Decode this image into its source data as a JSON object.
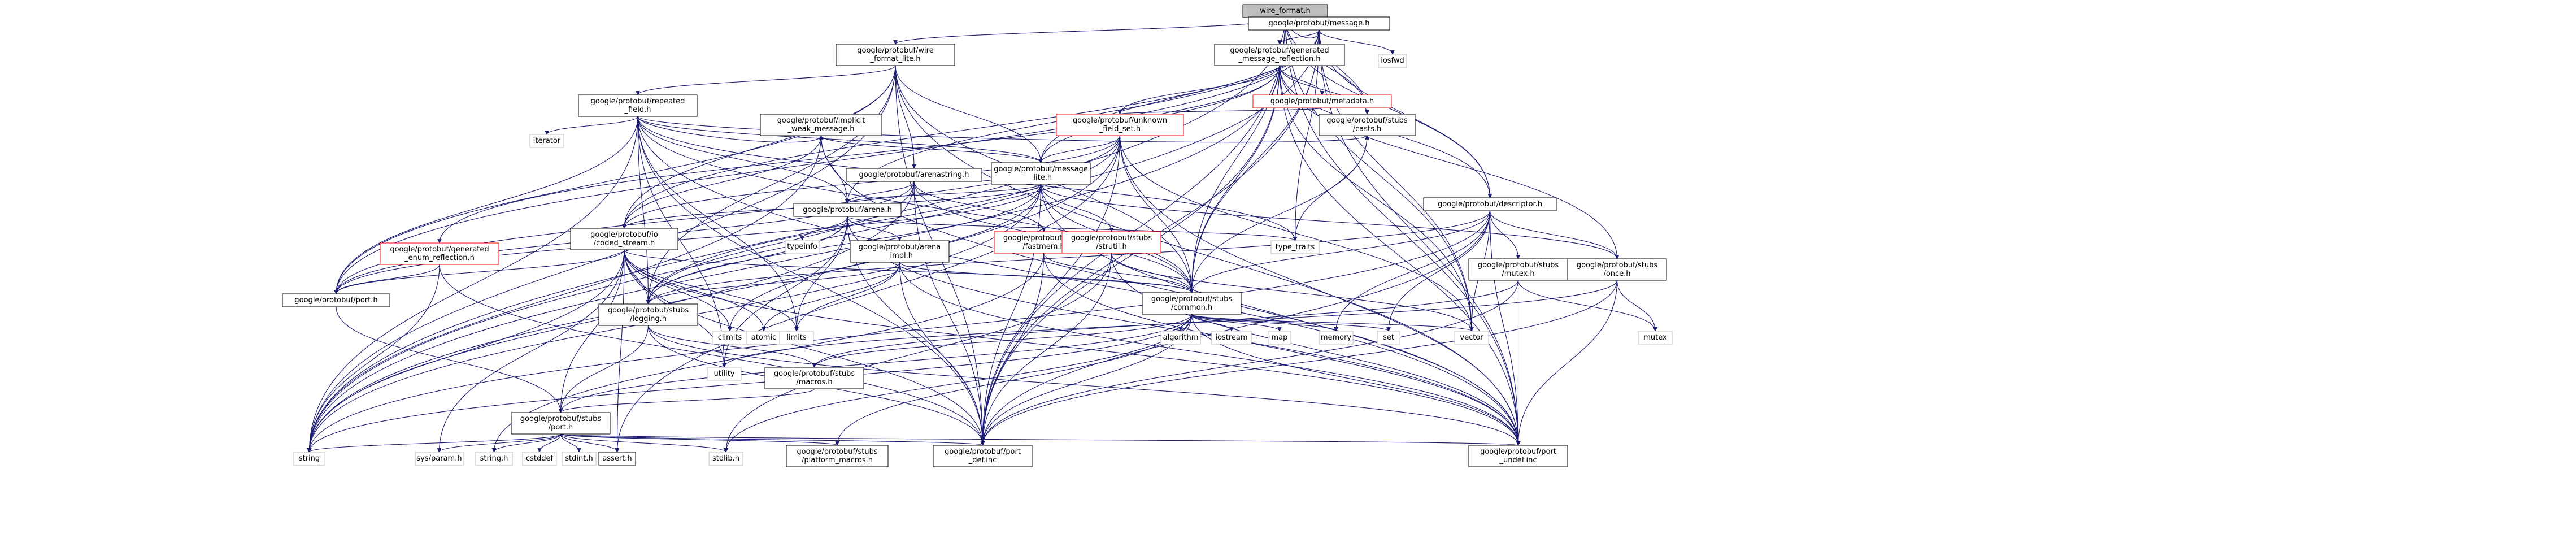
{
  "graph": {
    "colors": {
      "edge": "#191970",
      "node_border": "#000000",
      "missing_border": "#bfbfbf",
      "link_border": "#ff0000",
      "root_fill": "#bfbfbf",
      "node_fill": "#ffffff",
      "text": "#000000"
    },
    "nodes": [
      {
        "id": "wire_format",
        "lines": [
          "wire_format.h"
        ],
        "kind": "root"
      },
      {
        "id": "message",
        "lines": [
          "google/protobuf/message.h"
        ],
        "kind": "node"
      },
      {
        "id": "wire_lite",
        "lines": [
          "google/protobuf/wire",
          "_format_lite.h"
        ],
        "kind": "node"
      },
      {
        "id": "gen_msg_refl",
        "lines": [
          "google/protobuf/generated",
          "_message_reflection.h"
        ],
        "kind": "node"
      },
      {
        "id": "iosfwd",
        "lines": [
          "iosfwd"
        ],
        "kind": "missing"
      },
      {
        "id": "repeated_field",
        "lines": [
          "google/protobuf/repeated",
          "_field.h"
        ],
        "kind": "node"
      },
      {
        "id": "metadata",
        "lines": [
          "google/protobuf/metadata.h"
        ],
        "kind": "link"
      },
      {
        "id": "unknown_field_set",
        "lines": [
          "google/protobuf/unknown",
          "_field_set.h"
        ],
        "kind": "link"
      },
      {
        "id": "stubs_casts",
        "lines": [
          "google/protobuf/stubs",
          "/casts.h"
        ],
        "kind": "node"
      },
      {
        "id": "implicit_weak",
        "lines": [
          "google/protobuf/implicit",
          "_weak_message.h"
        ],
        "kind": "node"
      },
      {
        "id": "iterator",
        "lines": [
          "iterator"
        ],
        "kind": "missing"
      },
      {
        "id": "arenastring",
        "lines": [
          "google/protobuf/arenastring.h"
        ],
        "kind": "node"
      },
      {
        "id": "message_lite",
        "lines": [
          "google/protobuf/message",
          "_lite.h"
        ],
        "kind": "node"
      },
      {
        "id": "arena",
        "lines": [
          "google/protobuf/arena.h"
        ],
        "kind": "node"
      },
      {
        "id": "descriptor",
        "lines": [
          "google/protobuf/descriptor.h"
        ],
        "kind": "node"
      },
      {
        "id": "gen_enum_refl",
        "lines": [
          "google/protobuf/generated",
          "_enum_reflection.h"
        ],
        "kind": "link"
      },
      {
        "id": "coded_stream",
        "lines": [
          "google/protobuf/io",
          "/coded_stream.h"
        ],
        "kind": "node"
      },
      {
        "id": "fastmem",
        "lines": [
          "google/protobuf/stubs",
          "/fastmem.h"
        ],
        "kind": "link"
      },
      {
        "id": "strutil",
        "lines": [
          "google/protobuf/stubs",
          "/strutil.h"
        ],
        "kind": "link"
      },
      {
        "id": "arena_impl",
        "lines": [
          "google/protobuf/arena",
          "_impl.h"
        ],
        "kind": "node"
      },
      {
        "id": "typeinfo",
        "lines": [
          "typeinfo"
        ],
        "kind": "missing"
      },
      {
        "id": "type_traits",
        "lines": [
          "type_traits"
        ],
        "kind": "missing"
      },
      {
        "id": "stubs_mutex",
        "lines": [
          "google/protobuf/stubs",
          "/mutex.h"
        ],
        "kind": "node"
      },
      {
        "id": "stubs_once",
        "lines": [
          "google/protobuf/stubs",
          "/once.h"
        ],
        "kind": "node"
      },
      {
        "id": "port_h",
        "lines": [
          "google/protobuf/port.h"
        ],
        "kind": "node"
      },
      {
        "id": "stubs_logging",
        "lines": [
          "google/protobuf/stubs",
          "/logging.h"
        ],
        "kind": "node"
      },
      {
        "id": "stubs_common",
        "lines": [
          "google/protobuf/stubs",
          "/common.h"
        ],
        "kind": "node"
      },
      {
        "id": "climits",
        "lines": [
          "climits"
        ],
        "kind": "missing"
      },
      {
        "id": "atomic",
        "lines": [
          "atomic"
        ],
        "kind": "missing"
      },
      {
        "id": "limits",
        "lines": [
          "limits"
        ],
        "kind": "missing"
      },
      {
        "id": "utility",
        "lines": [
          "utility"
        ],
        "kind": "missing"
      },
      {
        "id": "stubs_macros",
        "lines": [
          "google/protobuf/stubs",
          "/macros.h"
        ],
        "kind": "node"
      },
      {
        "id": "stubs_port",
        "lines": [
          "google/protobuf/stubs",
          "/port.h"
        ],
        "kind": "node"
      },
      {
        "id": "algorithm",
        "lines": [
          "algorithm"
        ],
        "kind": "missing"
      },
      {
        "id": "iostream",
        "lines": [
          "iostream"
        ],
        "kind": "missing"
      },
      {
        "id": "map",
        "lines": [
          "map"
        ],
        "kind": "missing"
      },
      {
        "id": "memory",
        "lines": [
          "memory"
        ],
        "kind": "missing"
      },
      {
        "id": "set",
        "lines": [
          "set"
        ],
        "kind": "missing"
      },
      {
        "id": "vector",
        "lines": [
          "vector"
        ],
        "kind": "missing"
      },
      {
        "id": "mutex",
        "lines": [
          "mutex"
        ],
        "kind": "missing"
      },
      {
        "id": "string",
        "lines": [
          "string"
        ],
        "kind": "missing"
      },
      {
        "id": "sys_param",
        "lines": [
          "sys/param.h"
        ],
        "kind": "missing"
      },
      {
        "id": "string_h",
        "lines": [
          "string.h"
        ],
        "kind": "missing"
      },
      {
        "id": "cstddef",
        "lines": [
          "cstddef"
        ],
        "kind": "missing"
      },
      {
        "id": "stdint",
        "lines": [
          "stdint.h"
        ],
        "kind": "missing"
      },
      {
        "id": "assert_h",
        "lines": [
          "assert.h"
        ],
        "kind": "node"
      },
      {
        "id": "stdlib",
        "lines": [
          "stdlib.h"
        ],
        "kind": "missing"
      },
      {
        "id": "platform_macros",
        "lines": [
          "google/protobuf/stubs",
          "/platform_macros.h"
        ],
        "kind": "node"
      },
      {
        "id": "port_def",
        "lines": [
          "google/protobuf/port",
          "_def.inc"
        ],
        "kind": "node"
      },
      {
        "id": "port_undef",
        "lines": [
          "google/protobuf/port",
          "_undef.inc"
        ],
        "kind": "node"
      }
    ],
    "edges": [
      [
        "wire_format",
        "message"
      ],
      [
        "wire_format",
        "wire_lite"
      ],
      [
        "wire_format",
        "stubs_casts"
      ],
      [
        "wire_format",
        "descriptor"
      ],
      [
        "wire_format",
        "stubs_common"
      ],
      [
        "wire_format",
        "port_undef"
      ],
      [
        "wire_format",
        "string"
      ],
      [
        "wire_format",
        "port_def"
      ],
      [
        "wire_format",
        "vector"
      ],
      [
        "message",
        "gen_msg_refl"
      ],
      [
        "message",
        "iosfwd"
      ],
      [
        "message",
        "stubs_casts"
      ],
      [
        "message",
        "descriptor"
      ],
      [
        "message",
        "arena"
      ],
      [
        "message",
        "message_lite"
      ],
      [
        "message",
        "stubs_common"
      ],
      [
        "message",
        "type_traits"
      ],
      [
        "message",
        "vector"
      ],
      [
        "message",
        "string"
      ],
      [
        "message",
        "port_undef"
      ],
      [
        "message",
        "port_def"
      ],
      [
        "message",
        "coded_stream"
      ],
      [
        "message",
        "port_h"
      ],
      [
        "wire_lite",
        "repeated_field"
      ],
      [
        "wire_lite",
        "arenastring"
      ],
      [
        "wire_lite",
        "message_lite"
      ],
      [
        "wire_lite",
        "stubs_common"
      ],
      [
        "wire_lite",
        "coded_stream"
      ],
      [
        "wire_lite",
        "port_h"
      ],
      [
        "wire_lite",
        "port_undef"
      ],
      [
        "wire_lite",
        "string"
      ],
      [
        "wire_lite",
        "stubs_logging"
      ],
      [
        "wire_lite",
        "port_def"
      ],
      [
        "gen_msg_refl",
        "metadata"
      ],
      [
        "gen_msg_refl",
        "unknown_field_set"
      ],
      [
        "gen_msg_refl",
        "stubs_casts"
      ],
      [
        "gen_msg_refl",
        "descriptor"
      ],
      [
        "gen_msg_refl",
        "stubs_once"
      ],
      [
        "gen_msg_refl",
        "message_lite"
      ],
      [
        "gen_msg_refl",
        "stubs_common"
      ],
      [
        "gen_msg_refl",
        "gen_enum_refl"
      ],
      [
        "gen_msg_refl",
        "port_undef"
      ],
      [
        "gen_msg_refl",
        "port_def"
      ],
      [
        "gen_msg_refl",
        "vector"
      ],
      [
        "gen_msg_refl",
        "string"
      ],
      [
        "repeated_field",
        "iterator"
      ],
      [
        "repeated_field",
        "implicit_weak"
      ],
      [
        "repeated_field",
        "arena"
      ],
      [
        "repeated_field",
        "message_lite"
      ],
      [
        "repeated_field",
        "stubs_casts"
      ],
      [
        "repeated_field",
        "stubs_common"
      ],
      [
        "repeated_field",
        "stubs_logging"
      ],
      [
        "repeated_field",
        "port_h"
      ],
      [
        "repeated_field",
        "type_traits"
      ],
      [
        "repeated_field",
        "limits"
      ],
      [
        "repeated_field",
        "utility"
      ],
      [
        "repeated_field",
        "string"
      ],
      [
        "repeated_field",
        "port_undef"
      ],
      [
        "repeated_field",
        "port_def"
      ],
      [
        "metadata",
        "unknown_field_set"
      ],
      [
        "unknown_field_set",
        "message_lite"
      ],
      [
        "unknown_field_set",
        "stubs_common"
      ],
      [
        "unknown_field_set",
        "stubs_logging"
      ],
      [
        "unknown_field_set",
        "coded_stream"
      ],
      [
        "unknown_field_set",
        "port_h"
      ],
      [
        "unknown_field_set",
        "vector"
      ],
      [
        "unknown_field_set",
        "string"
      ],
      [
        "unknown_field_set",
        "port_undef"
      ],
      [
        "unknown_field_set",
        "port_def"
      ],
      [
        "unknown_field_set",
        "assert_h"
      ],
      [
        "stubs_casts",
        "stubs_common"
      ],
      [
        "stubs_casts",
        "type_traits"
      ],
      [
        "implicit_weak",
        "message_lite"
      ],
      [
        "implicit_weak",
        "arena"
      ],
      [
        "implicit_weak",
        "coded_stream"
      ],
      [
        "implicit_weak",
        "port_undef"
      ],
      [
        "implicit_weak",
        "string"
      ],
      [
        "arenastring",
        "arena"
      ],
      [
        "arenastring",
        "fastmem"
      ],
      [
        "arenastring",
        "stubs_common"
      ],
      [
        "arenastring",
        "stubs_logging"
      ],
      [
        "arenastring",
        "port_h"
      ],
      [
        "arenastring",
        "port_def"
      ],
      [
        "arenastring",
        "string"
      ],
      [
        "message_lite",
        "arena"
      ],
      [
        "message_lite",
        "strutil"
      ],
      [
        "message_lite",
        "stubs_common"
      ],
      [
        "message_lite",
        "stubs_logging"
      ],
      [
        "message_lite",
        "stubs_once"
      ],
      [
        "message_lite",
        "coded_stream"
      ],
      [
        "message_lite",
        "port_h"
      ],
      [
        "message_lite",
        "climits"
      ],
      [
        "message_lite",
        "string"
      ],
      [
        "message_lite",
        "port_undef"
      ],
      [
        "message_lite",
        "port_def"
      ],
      [
        "arena",
        "arena_impl"
      ],
      [
        "arena",
        "typeinfo"
      ],
      [
        "arena",
        "type_traits"
      ],
      [
        "arena",
        "limits"
      ],
      [
        "arena",
        "utility"
      ],
      [
        "arena",
        "port_undef"
      ],
      [
        "arena",
        "port_def"
      ],
      [
        "arena",
        "stubs_logging"
      ],
      [
        "descriptor",
        "stubs_common"
      ],
      [
        "descriptor",
        "stubs_mutex"
      ],
      [
        "descriptor",
        "stubs_once"
      ],
      [
        "descriptor",
        "memory"
      ],
      [
        "descriptor",
        "set"
      ],
      [
        "descriptor",
        "string"
      ],
      [
        "descriptor",
        "vector"
      ],
      [
        "descriptor",
        "port_undef"
      ],
      [
        "descriptor",
        "port_def"
      ],
      [
        "descriptor",
        "stubs_logging"
      ],
      [
        "gen_enum_refl",
        "port_h"
      ],
      [
        "gen_enum_refl",
        "string"
      ],
      [
        "gen_enum_refl",
        "port_def"
      ],
      [
        "coded_stream",
        "stubs_common"
      ],
      [
        "coded_stream",
        "stubs_logging"
      ],
      [
        "coded_stream",
        "port_h"
      ],
      [
        "coded_stream",
        "stubs_port"
      ],
      [
        "coded_stream",
        "climits"
      ],
      [
        "coded_stream",
        "atomic"
      ],
      [
        "coded_stream",
        "utility"
      ],
      [
        "coded_stream",
        "string"
      ],
      [
        "coded_stream",
        "assert_h"
      ],
      [
        "coded_stream",
        "sys_param"
      ],
      [
        "coded_stream",
        "port_def"
      ],
      [
        "coded_stream",
        "port_undef"
      ],
      [
        "coded_stream",
        "limits"
      ],
      [
        "fastmem",
        "stubs_common"
      ],
      [
        "fastmem",
        "string_h"
      ],
      [
        "fastmem",
        "port_def"
      ],
      [
        "fastmem",
        "port_undef"
      ],
      [
        "strutil",
        "stubs_common"
      ],
      [
        "strutil",
        "stdlib"
      ],
      [
        "strutil",
        "vector"
      ],
      [
        "strutil",
        "port_def"
      ],
      [
        "strutil",
        "port_undef"
      ],
      [
        "arena_impl",
        "atomic"
      ],
      [
        "arena_impl",
        "limits"
      ],
      [
        "arena_impl",
        "stubs_common"
      ],
      [
        "arena_impl",
        "stubs_logging"
      ],
      [
        "arena_impl",
        "port_def"
      ],
      [
        "arena_impl",
        "port_undef"
      ],
      [
        "stubs_mutex",
        "mutex"
      ],
      [
        "stubs_mutex",
        "stubs_macros"
      ],
      [
        "stubs_mutex",
        "port_def"
      ],
      [
        "stubs_mutex",
        "port_undef"
      ],
      [
        "stubs_once",
        "mutex"
      ],
      [
        "stubs_once",
        "utility"
      ],
      [
        "stubs_once",
        "port_def"
      ],
      [
        "stubs_once",
        "port_undef"
      ],
      [
        "port_h",
        "stubs_port"
      ],
      [
        "stubs_logging",
        "stubs_macros"
      ],
      [
        "stubs_logging",
        "stubs_port"
      ],
      [
        "stubs_logging",
        "port_def"
      ],
      [
        "stubs_logging",
        "port_undef"
      ],
      [
        "stubs_common",
        "algorithm"
      ],
      [
        "stubs_common",
        "iostream"
      ],
      [
        "stubs_common",
        "map"
      ],
      [
        "stubs_common",
        "memory"
      ],
      [
        "stubs_common",
        "set"
      ],
      [
        "stubs_common",
        "string"
      ],
      [
        "stubs_common",
        "vector"
      ],
      [
        "stubs_common",
        "stubs_macros"
      ],
      [
        "stubs_common",
        "stubs_platform_dummy"
      ],
      [
        "stubs_common",
        "platform_macros"
      ],
      [
        "stubs_common",
        "stubs_port"
      ],
      [
        "stubs_common",
        "port_def"
      ],
      [
        "stubs_common",
        "port_undef"
      ],
      [
        "stubs_common",
        "stdlib"
      ],
      [
        "stubs_macros",
        "stubs_port"
      ],
      [
        "stubs_port",
        "assert_h"
      ],
      [
        "stubs_port",
        "cstddef"
      ],
      [
        "stubs_port",
        "stdlib"
      ],
      [
        "stubs_port",
        "string_h"
      ],
      [
        "stubs_port",
        "string"
      ],
      [
        "stubs_port",
        "stdint"
      ],
      [
        "stubs_port",
        "sys_param"
      ],
      [
        "stubs_port",
        "platform_macros"
      ],
      [
        "stubs_port",
        "port_def"
      ],
      [
        "stubs_port",
        "port_undef"
      ]
    ]
  }
}
